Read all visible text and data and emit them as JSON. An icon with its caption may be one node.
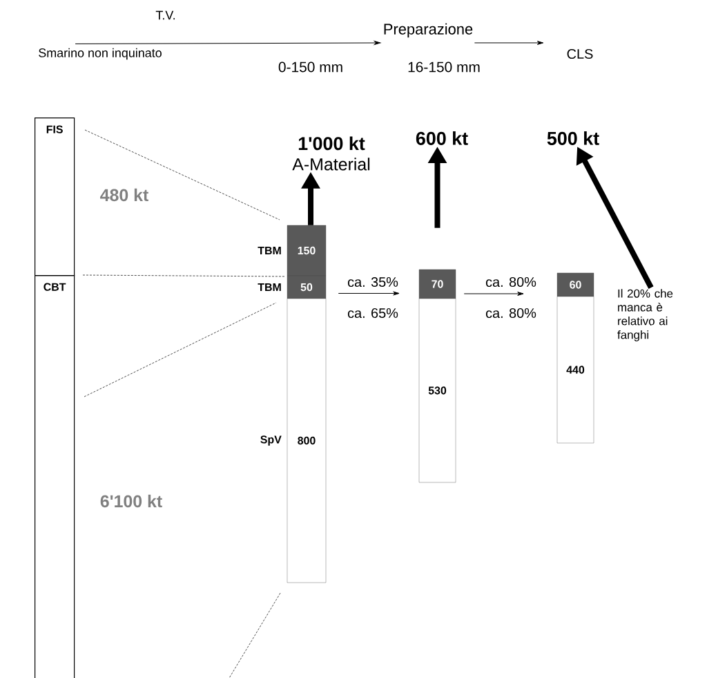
{
  "diagram": {
    "nodes": [
      {
        "text": [
          "FIS"
        ]
      },
      {
        "text": [
          "CBT"
        ]
      },
      {
        "text": [
          "150"
        ],
        "beside": [
          "TBM"
        ]
      },
      {
        "text": [
          "50"
        ],
        "beside": [
          "TBM"
        ]
      },
      {
        "text": [
          "800"
        ],
        "beside": [
          "SpV"
        ]
      },
      {
        "text": [
          "70"
        ]
      },
      {
        "text": [
          "530"
        ]
      },
      {
        "text": [
          "60"
        ]
      },
      {
        "text": [
          "440"
        ]
      },
      {
        "text": [
          "1'000 kt",
          "A-Material"
        ]
      },
      {
        "text": [
          "600 kt"
        ]
      },
      {
        "text": [
          "500 kt"
        ]
      },
      {
        "text": [
          "Il 20% che manca è relativo ai fanghi"
        ]
      },
      {
        "text": [
          "Smarino non inquinato"
        ]
      },
      {
        "text": [
          "Preparazione"
        ]
      },
      {
        "text": [
          "CLS"
        ]
      }
    ],
    "edges": [
      {
        "from": 13,
        "to": 14,
        "arrow": "to",
        "label": "T.V."
      },
      {
        "from": 14,
        "to": 15,
        "arrow": "to"
      },
      {
        "from": 2,
        "to": 9,
        "arrow": "to",
        "style": "thick"
      },
      {
        "from": 5,
        "to": 10,
        "arrow": "to",
        "style": "thick"
      },
      {
        "from": 12,
        "to": 11,
        "arrow": "to",
        "style": "thick"
      },
      {
        "from": 3,
        "to": 5,
        "arrow": "to",
        "label": "ca. 35%"
      },
      {
        "from": 5,
        "to": 7,
        "arrow": "to",
        "label": "ca. 80%"
      }
    ],
    "labels": [
      "0-150 mm",
      "16-150 mm",
      "480 kt",
      "ca. 65%",
      "ca. 80%",
      "6'100 kt"
    ]
  }
}
